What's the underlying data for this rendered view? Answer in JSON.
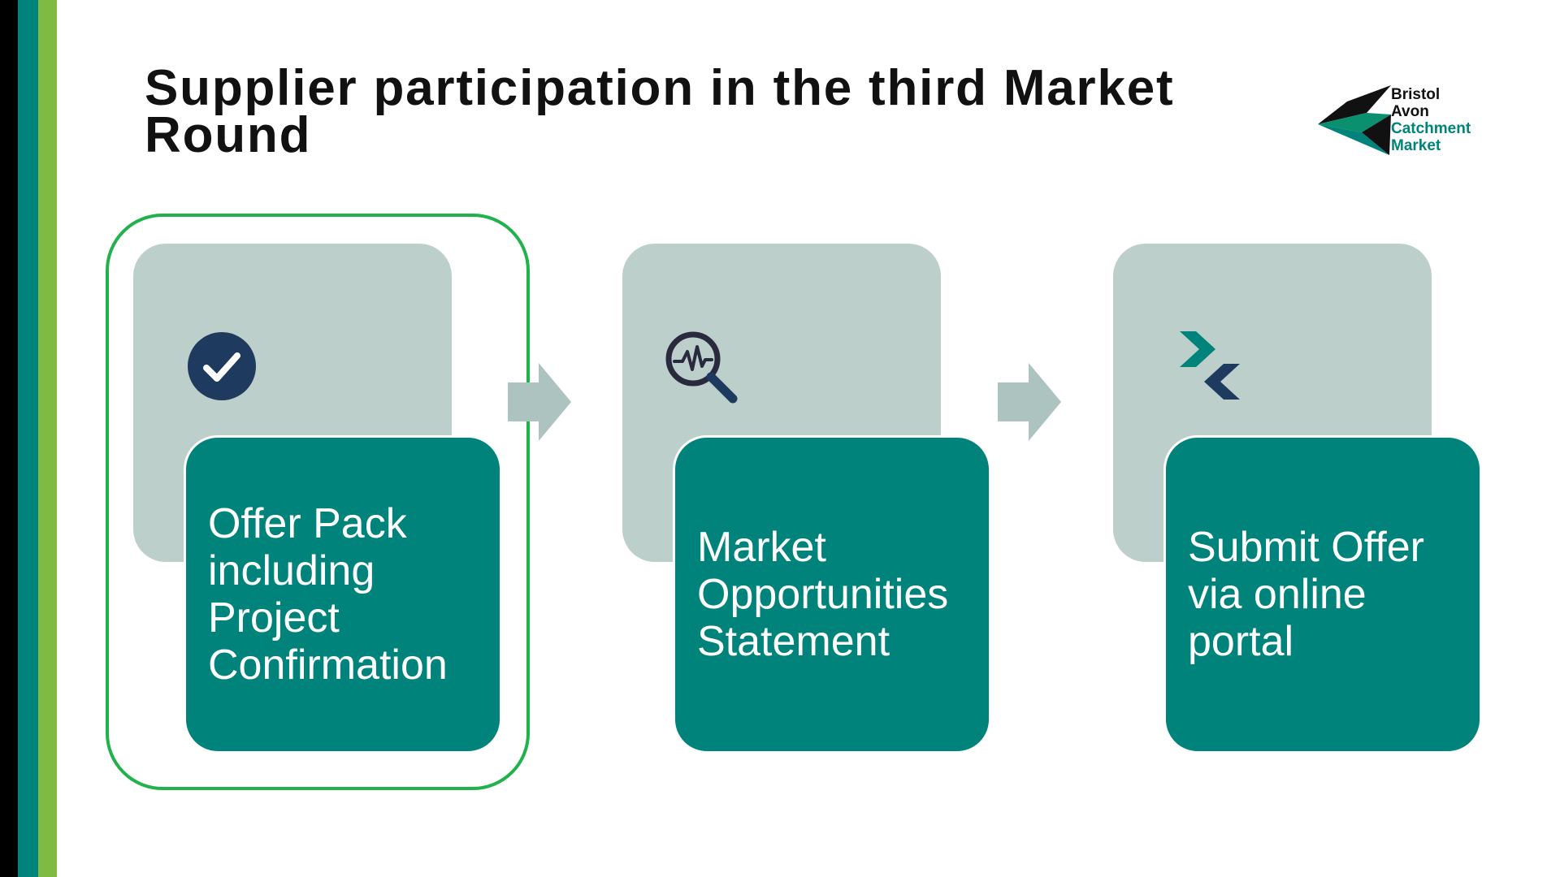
{
  "slide": {
    "title": "Supplier participation in the third Market Round"
  },
  "logo": {
    "lines": [
      "Bristol",
      "Avon",
      "Catchment",
      "Market"
    ],
    "colors": {
      "dark": "#111111",
      "teal": "#00837a",
      "mid_green": "#0a8f6f"
    }
  },
  "colors": {
    "stripe_black": "#000000",
    "stripe_teal": "#00837a",
    "stripe_green": "#7fba42",
    "card_back": "#bccfcb",
    "card_front": "#00837a",
    "arrow": "#adc3bf",
    "highlight": "#22b24c",
    "icon_navy": "#1f3a5f"
  },
  "steps": [
    {
      "label": "Offer Pack\nincluding\nProject\nConfirmation",
      "icon": "check-circle-icon",
      "highlighted": true
    },
    {
      "label": "Market\nOpportunities\nStatement",
      "icon": "magnifier-pulse-icon",
      "highlighted": false
    },
    {
      "label": "Submit Offer\nvia online\nportal",
      "icon": "chevron-arrows-icon",
      "highlighted": false
    }
  ]
}
